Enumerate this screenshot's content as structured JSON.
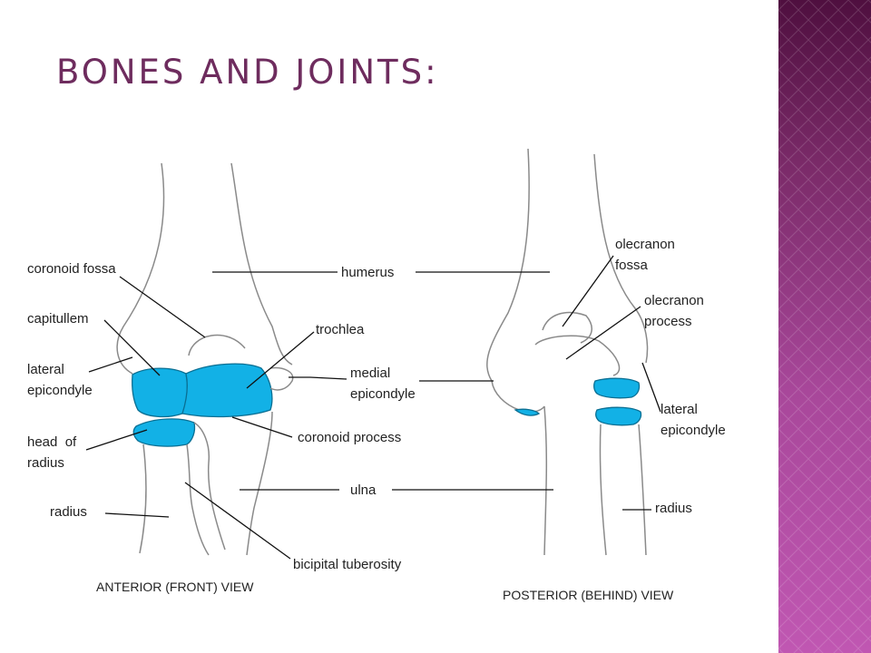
{
  "slide": {
    "title": "BONES AND JOINTS:",
    "accent_color": "#6e2c5e",
    "band_colors": [
      "#4f0f3f",
      "#c057b2"
    ]
  },
  "diagram": {
    "cartilage_color": "#12b1e6",
    "anterior": {
      "caption": "ANTERIOR (FRONT) VIEW",
      "labels": {
        "coronoid_fossa": "coronoid fossa",
        "capitullem": "capitullem",
        "lateral_epicondyle": [
          "lateral",
          "epicondyle"
        ],
        "head_of_radius": [
          "head  of",
          "radius"
        ],
        "radius": "radius",
        "trochlea": "trochlea",
        "medial_epicondyle": [
          "medial",
          "epicondyle"
        ],
        "coronoid_process": "coronoid process",
        "bicipital_tuberosity": "bicipital tuberosity"
      }
    },
    "shared": {
      "humerus": "humerus",
      "ulna": "ulna"
    },
    "posterior": {
      "caption": "POSTERIOR (BEHIND) VIEW",
      "labels": {
        "olecranon_fossa": [
          "olecranon",
          "fossa"
        ],
        "olecranon_process": [
          "olecranon",
          "process"
        ],
        "lateral_epicondyle": [
          "lateral",
          "epicondyle"
        ],
        "radius": "radius"
      }
    }
  }
}
